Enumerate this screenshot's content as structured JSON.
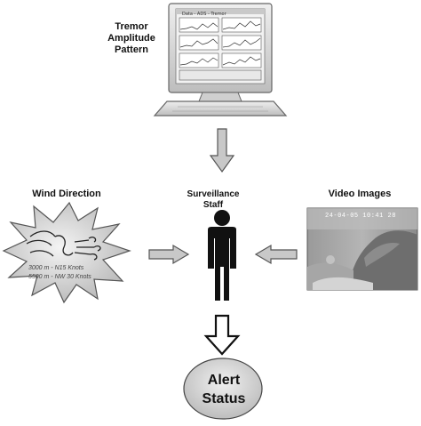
{
  "labels": {
    "tremor": [
      "Tremor",
      "Amplitude",
      "Pattern"
    ],
    "wind": "Wind Direction",
    "staff": [
      "Surveillance",
      "Staff"
    ],
    "video": "Video Images",
    "alert": [
      "Alert",
      "Status"
    ]
  },
  "wind_speeds": [
    "3000 m - N15 Knots",
    "5500 m - NW 30 Knots"
  ],
  "video_timestamp": "24-04-05 10:41 28",
  "monitor_window_title": "Data - ADS - Tremor",
  "colors": {
    "monitor_body": "#d8d8d8",
    "screen": "#f2f2f2",
    "arrow_fill": "#c8c8c8",
    "person": "#111111",
    "burst": "#d0d0d0",
    "alert_fill": "#dadada"
  }
}
